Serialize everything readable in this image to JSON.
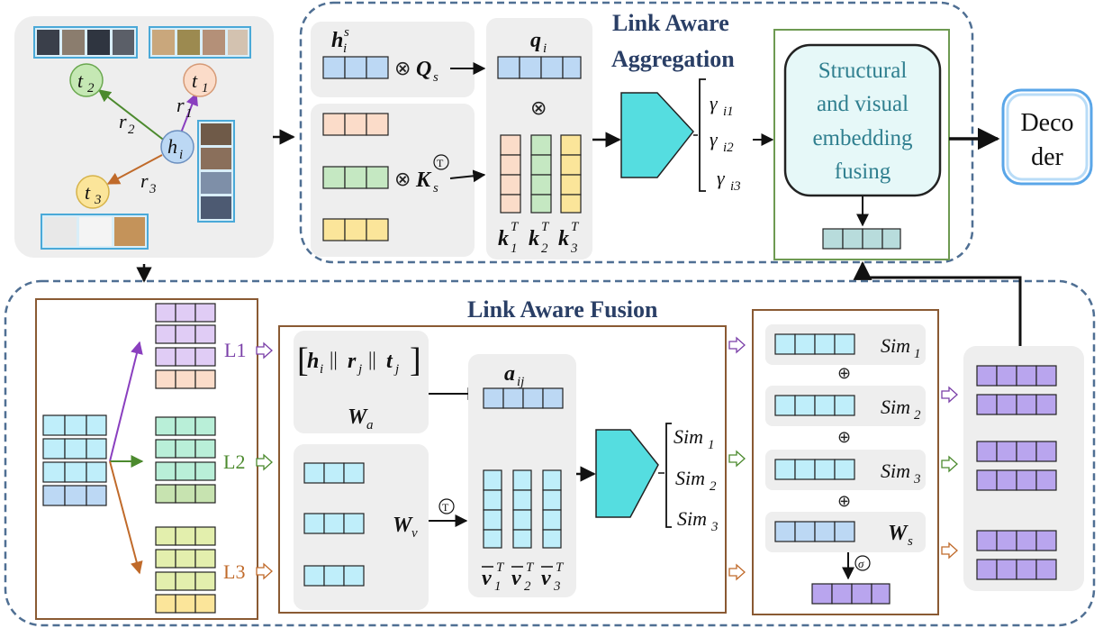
{
  "titles": {
    "aggregation_line1": "Link Aware",
    "aggregation_line2": "Aggregation",
    "fusion": "Link Aware Fusion"
  },
  "graph": {
    "center": "h",
    "center_sub": "i",
    "t1": "t",
    "t1_sub": "1",
    "t2": "t",
    "t2_sub": "2",
    "t3": "t",
    "t3_sub": "3",
    "r1": "r",
    "r1_sub": "1",
    "r2": "r",
    "r2_sub": "2",
    "r3": "r",
    "r3_sub": "3"
  },
  "aggregation": {
    "hs": "h",
    "hs_sub": "i",
    "hs_sup": "s",
    "otimes": "⊗",
    "Qs": "Q",
    "Qs_sub": "s",
    "Ks": "K",
    "Ks_sub": "s",
    "transpose": "T",
    "q": "q",
    "q_sub": "i",
    "k1": "k",
    "k1_sub": "1",
    "k_sup": "T",
    "k2": "k",
    "k2_sub": "2",
    "k3": "k",
    "k3_sub": "3",
    "g1": "γ",
    "g1_sub": "i1",
    "g2": "γ",
    "g2_sub": "i2",
    "g3": "γ",
    "g3_sub": "i3"
  },
  "fusing_box": {
    "line1": "Structural",
    "line2": "and visual",
    "line3": "embedding",
    "line4": "fusing"
  },
  "decoder": {
    "line1": "Deco",
    "line2": "der"
  },
  "fusion": {
    "levels": [
      "L1",
      "L2",
      "L3"
    ],
    "level_colors": [
      "#7a3fa8",
      "#4c8a2e",
      "#c06a2a"
    ],
    "concat_h": "h",
    "concat_h_sub": "i",
    "concat_r": "r",
    "concat_r_sub": "j",
    "concat_t": "t",
    "concat_t_sub": "j",
    "bar": "||",
    "Wa": "W",
    "Wa_sub": "a",
    "Wv": "W",
    "Wv_sub": "v",
    "a": "a",
    "a_sub": "ij",
    "v": "v",
    "v1_sub": "1",
    "v2_sub": "2",
    "v3_sub": "3",
    "v_sup": "T",
    "sim": "Sim",
    "sim1_sub": "1",
    "sim2_sub": "2",
    "sim3_sub": "3",
    "oplus": "⊕",
    "Ws": "W",
    "Ws_sub": "s",
    "sigma": "σ"
  },
  "colors": {
    "blue_cell": "#bcd8f4",
    "cyan_cell": "#bfeefa",
    "peach_cell": "#fbdcc9",
    "green_cell": "#c5e8c2",
    "yellow_cell": "#fbe59a",
    "purple_cell": "#b9a5ee",
    "teal_cell": "#b8dcdc",
    "trapezoid": "#55dde0",
    "dashed_border": "#4f6f93",
    "brown_border": "#8a5a33"
  }
}
